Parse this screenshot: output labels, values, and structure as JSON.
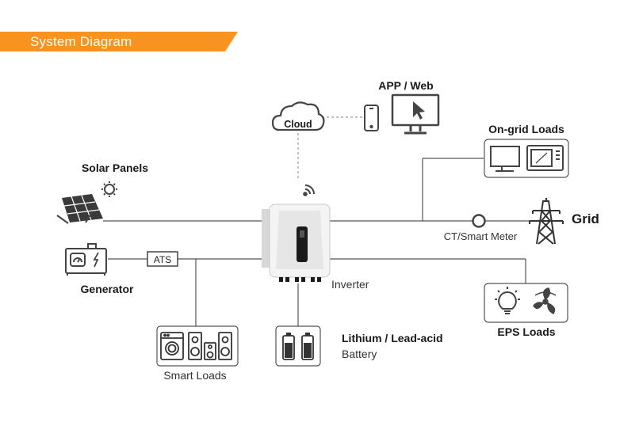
{
  "header": {
    "title": "System Diagram"
  },
  "colors": {
    "accent": "#f7931e",
    "line": "#555555",
    "dash": "#9a9a9a",
    "icon": "#444444"
  },
  "nodes": {
    "cloud": {
      "label": "Cloud",
      "icon": "cloud-icon"
    },
    "app_web": {
      "label": "APP / Web",
      "icons": [
        "smartphone-icon",
        "monitor-icon"
      ]
    },
    "on_grid_loads": {
      "label": "On-grid Loads",
      "icons": [
        "tv-icon",
        "microwave-icon"
      ]
    },
    "solar_panels": {
      "label": "Solar Panels",
      "icon": "solar-panel-icon"
    },
    "grid": {
      "label": "Grid",
      "icon": "power-tower-icon"
    },
    "ct_meter": {
      "label": "CT/Smart Meter"
    },
    "generator": {
      "label": "Generator",
      "icon": "generator-icon"
    },
    "ats": {
      "label": "ATS"
    },
    "inverter": {
      "label": "Inverter",
      "icon": "inverter-icon"
    },
    "eps_loads": {
      "label": "EPS Loads",
      "icons": [
        "lightbulb-icon",
        "fan-icon"
      ]
    },
    "battery": {
      "label_line1": "Lithium / Lead-acid",
      "label_line2": "Battery",
      "icon": "battery-icon"
    },
    "smart_loads": {
      "label": "Smart Loads",
      "icons": [
        "washing-machine-icon",
        "speakers-icon"
      ]
    }
  }
}
